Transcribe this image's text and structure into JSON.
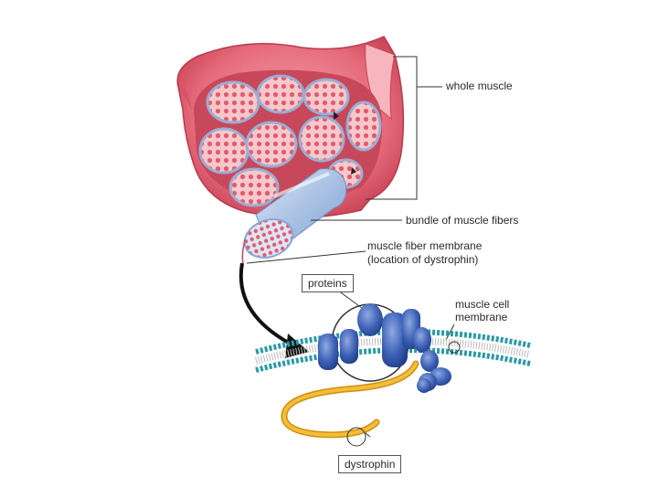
{
  "labels": {
    "whole_muscle": "whole muscle",
    "bundle": "bundle of muscle fibers",
    "membrane_line1": "muscle fiber membrane",
    "membrane_line2": "(location of dystrophin)",
    "proteins": "proteins",
    "cell_membrane_line1": "muscle cell",
    "cell_membrane_line2": "membrane",
    "dystrophin": "dystrophin"
  },
  "colors": {
    "muscle_outer": "#e2586a",
    "muscle_light": "#f4a0a8",
    "fascicle_fill": "#f6c2c6",
    "fascicle_border": "#9aaed4",
    "fiber_dot": "#e04f62",
    "bundle_blue": "#a9c1e4",
    "protein_blue": "#3f63b8",
    "membrane_teal": "#2a9aa6",
    "dystrophin_orange": "#f0a818",
    "arrow": "#111111"
  },
  "icons": [
    "whole-muscle-illustration",
    "fiber-bundle-illustration",
    "membrane-protein-complex-illustration",
    "curved-arrow-icon"
  ]
}
